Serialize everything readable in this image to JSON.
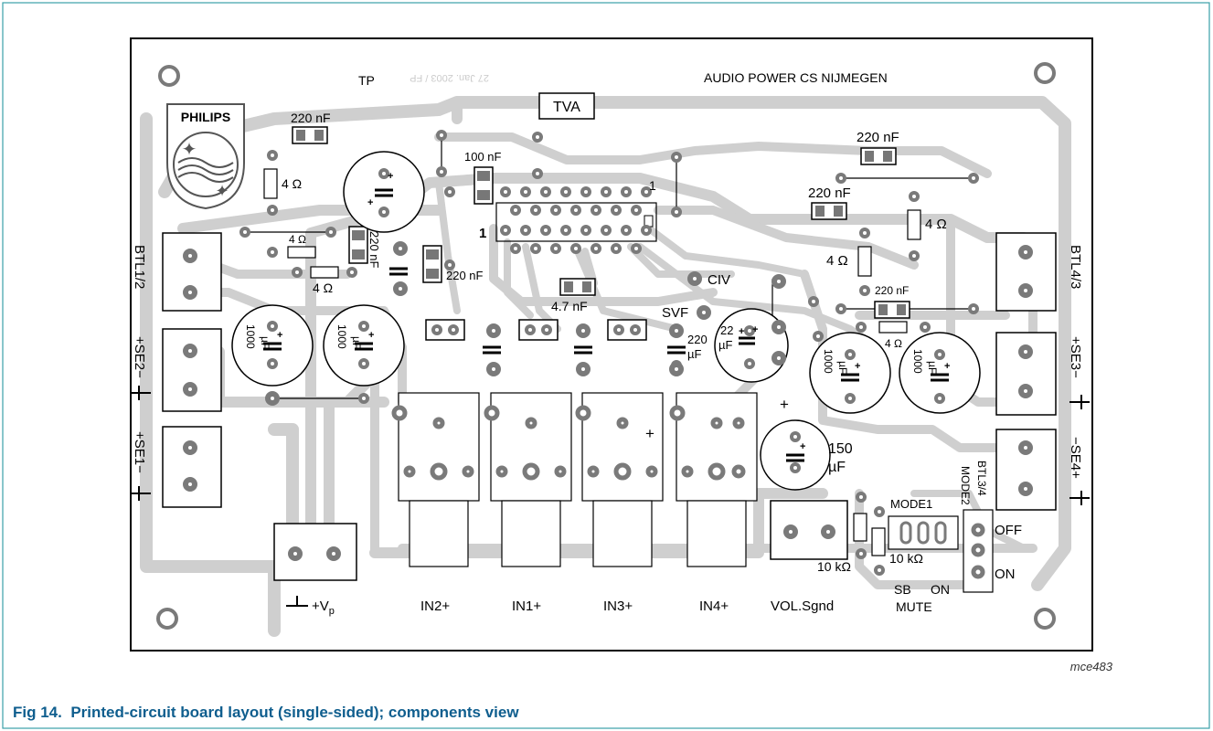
{
  "board": {
    "title": "AUDIO POWER CS NIJMEGEN",
    "date_mark": "27 Jan. 2003 / FP",
    "tp_label": "TP",
    "tva_label": "TVA",
    "brand": "PHILIPS",
    "drawing_id": "mce483",
    "colors": {
      "trace": "#cfcfcf",
      "pad": "#7a7a7a",
      "outline": "#000000",
      "caption": "#0f5e8e",
      "frame": "#3aa0a8"
    }
  },
  "caption": {
    "label": "Fig 14.",
    "text": "Printed-circuit board layout (single-sided); components view"
  },
  "components": {
    "c220_tl": "220 nF",
    "r4_tl": "4 Ω",
    "c100": "100 nF",
    "ic_pin1_top": "1",
    "ic_pin1_left": "1",
    "r4_a": "4 Ω",
    "r4_b": "4 Ω",
    "c220_vert": "220 nF",
    "c220_mid": "220 nF",
    "c47": "4.7 nF",
    "civ": "CIV",
    "svf": "SVF",
    "c22": "22",
    "c22u": "µF",
    "c220u": "220",
    "c220uu": "µF",
    "c220_tr": "220 nF",
    "c220_r2": "220 nF",
    "r4_r1": "4 Ω",
    "r4_r2": "4 Ω",
    "c220_r3": "220 nF",
    "r4_r3": "4 Ω",
    "c1000": "1000",
    "c1000u": "µF",
    "c150": "150",
    "c150u": "µF",
    "plus": "+",
    "r10k_a": "10 kΩ",
    "r10k_b": "10 kΩ",
    "mode1": "MODE1",
    "mode2": "MODE2",
    "btl34": "BTL3/4",
    "off": "OFF",
    "on": "ON",
    "sb": "SB",
    "on2": "ON",
    "mute": "MUTE"
  },
  "connectors": {
    "btl12": "BTL1/2",
    "se2": "+SE2−",
    "se1": "+SE1−",
    "btl43": "BTL4/3",
    "se3": "+SE3−",
    "se4": "−SE4+",
    "vp": "+V",
    "vp_sub": "p",
    "in2": "IN2+",
    "in1": "IN1+",
    "in3": "IN3+",
    "in4": "IN4+",
    "vol": "VOL.Sgnd"
  }
}
